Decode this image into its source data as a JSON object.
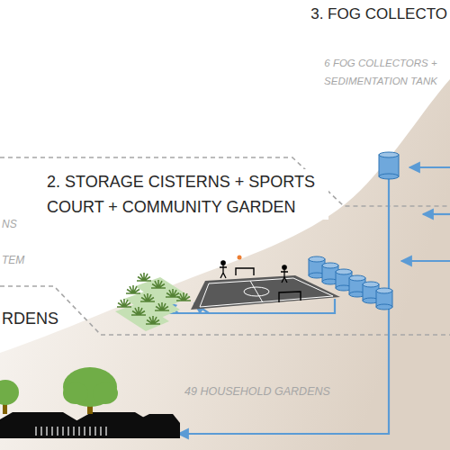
{
  "diagram": {
    "labels": [
      "3. FOG COLLECTO",
      "6 FOG COLLECTORS + SEDIMENTATION TANK",
      "2. STORAGE CISTERNS + SPORTS COURT + COMMUNITY GARDEN",
      "NS",
      "TEM",
      "RDENS",
      "49 HOUSEHOLD GARDENS"
    ]
  }
}
